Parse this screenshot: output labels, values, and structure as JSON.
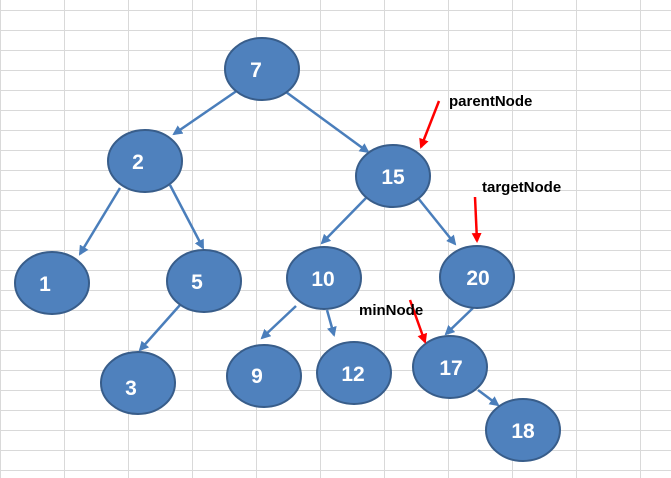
{
  "colors": {
    "node_fill": "#4F81BD",
    "node_stroke": "#385D8A",
    "edge": "#4A7EBB",
    "annotation_arrow": "#FF0000",
    "grid": "#D9D9D9"
  },
  "nodes": {
    "n7": "7",
    "n2": "2",
    "n15": "15",
    "n1": "1",
    "n5": "5",
    "n10": "10",
    "n20": "20",
    "n3": "3",
    "n9": "9",
    "n12": "12",
    "n17": "17",
    "n18": "18"
  },
  "annotations": {
    "parent": "parentNode",
    "target": "targetNode",
    "min": "minNode"
  }
}
